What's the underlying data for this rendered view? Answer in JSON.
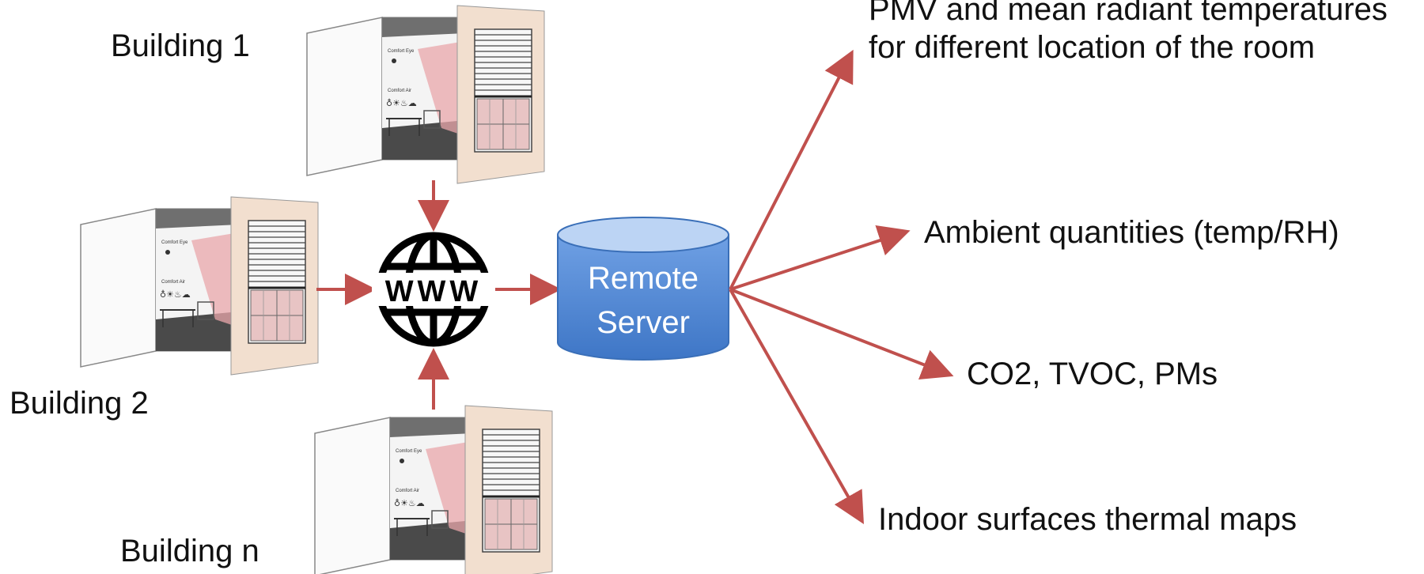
{
  "buildings": [
    {
      "label": "Building 1"
    },
    {
      "label": "Building 2"
    },
    {
      "label": "Building n"
    }
  ],
  "room_labels": {
    "sensor_top": "Comfort Eye",
    "sensor_bottom": "Comfort Air"
  },
  "network_icon": {
    "icon": "www-globe-icon",
    "text": "WWW"
  },
  "server": {
    "line1": "Remote",
    "line2": "Server"
  },
  "outputs": [
    {
      "label": "PMV and mean radiant temperatures for different location of the room"
    },
    {
      "label": "Ambient quantities (temp/RH)"
    },
    {
      "label": "CO2, TVOC, PMs"
    },
    {
      "label": "Indoor surfaces thermal maps"
    }
  ],
  "colors": {
    "arrow": "#c0504d",
    "server_top": "#bcd4f4",
    "server_body": "#4f87d6",
    "wall_panel": "#f2dfcf"
  }
}
